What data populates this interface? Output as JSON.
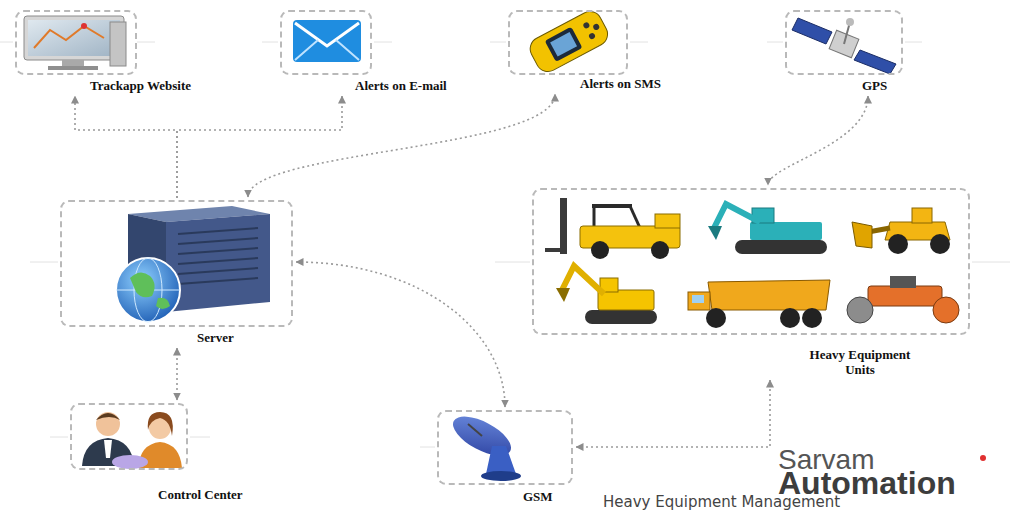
{
  "diagram": {
    "nodes": [
      {
        "text": [
          "Trackapp Website"
        ]
      },
      {
        "text": [
          "Alerts on E-mail"
        ]
      },
      {
        "text": [
          "Alerts on SMS"
        ]
      },
      {
        "text": [
          "GPS"
        ]
      },
      {
        "text": [
          "Server"
        ]
      },
      {
        "text": [
          "Heavy Equipment Units"
        ]
      },
      {
        "text": [
          "Control Center"
        ]
      },
      {
        "text": [
          "GSM"
        ]
      }
    ],
    "edges": [
      {
        "from": 4,
        "to": 0,
        "arrow": "to"
      },
      {
        "from": 4,
        "to": 1,
        "arrow": "to"
      },
      {
        "from": 4,
        "to": 2,
        "arrow": "both"
      },
      {
        "from": 3,
        "to": 5,
        "arrow": "both"
      },
      {
        "from": 4,
        "to": 7,
        "arrow": "both"
      },
      {
        "from": 7,
        "to": 5,
        "arrow": "both"
      },
      {
        "from": 4,
        "to": 6,
        "arrow": "both"
      }
    ],
    "labels": [
      "Sarvam",
      "Automation",
      "Heavy Equipment Management"
    ]
  }
}
